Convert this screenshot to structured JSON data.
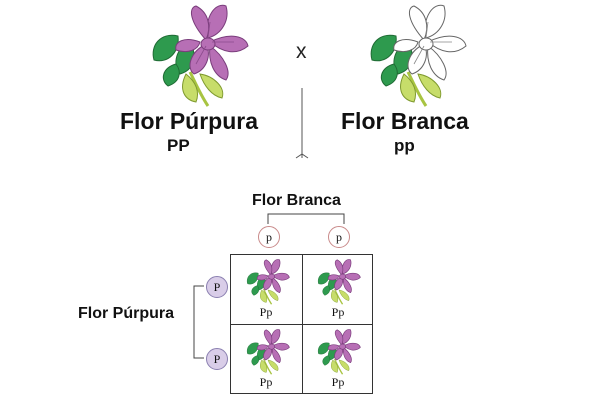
{
  "parents": {
    "left": {
      "label": "Flor Púrpura",
      "genotype": "PP",
      "color": "#b76fb5"
    },
    "right": {
      "label": "Flor Branca",
      "genotype": "pp",
      "color": "#ffffff"
    },
    "cross_symbol": "x"
  },
  "punnett": {
    "top_label": "Flor Branca",
    "side_label": "Flor Púrpura",
    "top_alleles": [
      "p",
      "p"
    ],
    "side_alleles": [
      "P",
      "P"
    ],
    "cells": [
      "Pp",
      "Pp",
      "Pp",
      "Pp"
    ]
  },
  "colors": {
    "purple_petal": "#b76fb5",
    "purple_allele_bg": "#d9cde8",
    "leaf": "#2e9a4e",
    "stem": "#b7d45a"
  }
}
